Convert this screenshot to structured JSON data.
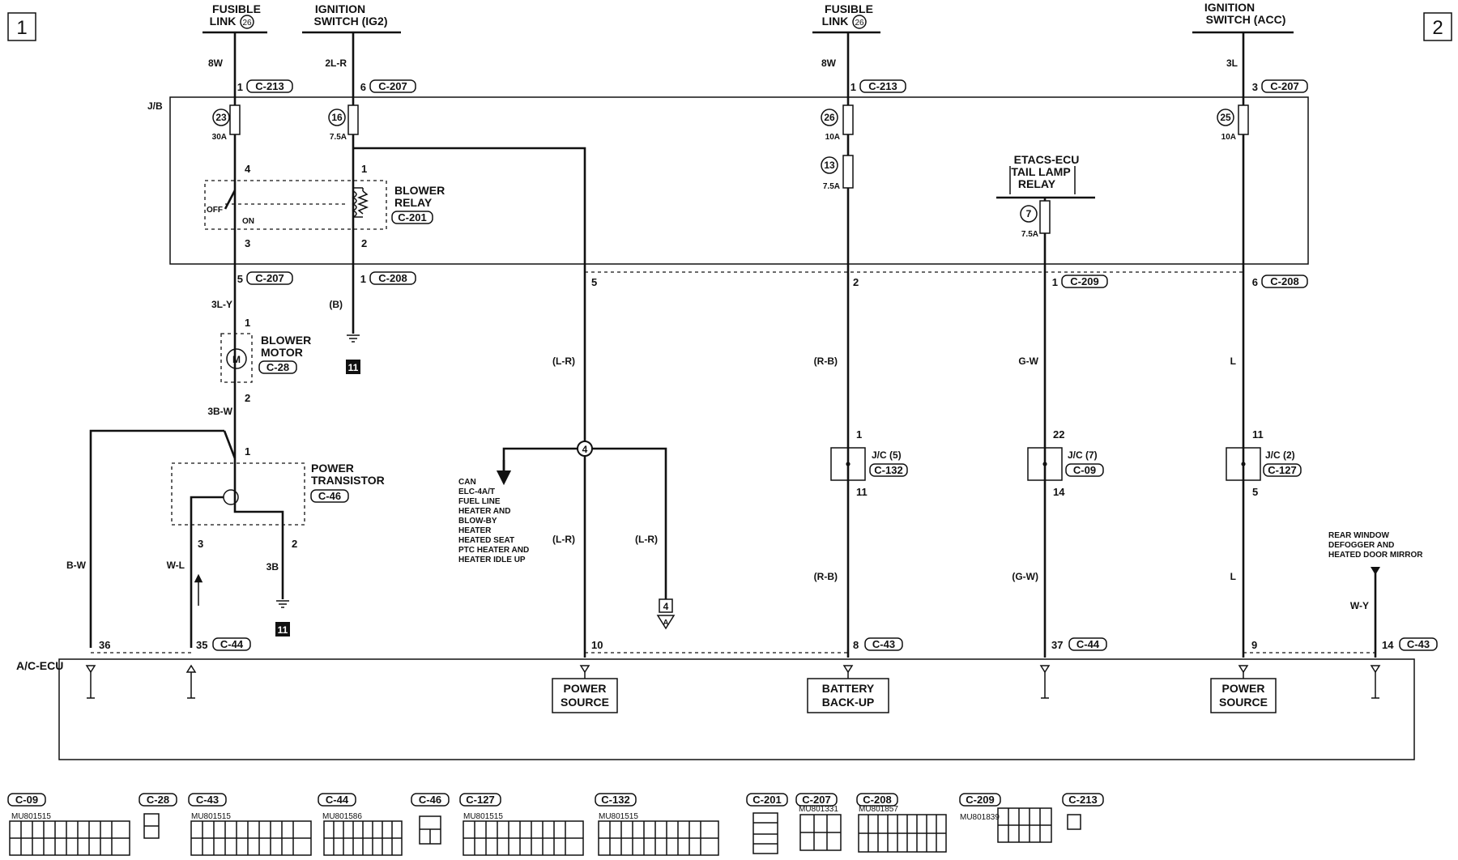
{
  "page_markers": {
    "left": "1",
    "right": "2"
  },
  "sources": [
    {
      "line1": "FUSIBLE",
      "line2": "LINK",
      "num": "26",
      "wire": "8W",
      "pin": "1",
      "conn": "C-213"
    },
    {
      "line1": "IGNITION",
      "line2": "SWITCH (IG2)",
      "wire": "2L-R",
      "pin": "6",
      "conn": "C-207"
    },
    {
      "line1": "FUSIBLE",
      "line2": "LINK",
      "num": "26",
      "wire": "8W",
      "pin": "1",
      "conn": "C-213"
    },
    {
      "line1": "IGNITION",
      "line2": "SWITCH (ACC)",
      "wire": "3L",
      "pin": "3",
      "conn": "C-207"
    }
  ],
  "jb": {
    "label": "J/B",
    "fuses": [
      {
        "num": "23",
        "rating": "30A"
      },
      {
        "num": "16",
        "rating": "7.5A"
      },
      {
        "num": "26",
        "rating": "10A"
      },
      {
        "num": "13",
        "rating": "7.5A"
      },
      {
        "num": "7",
        "rating": "7.5A"
      },
      {
        "num": "25",
        "rating": "10A"
      }
    ],
    "etacs": {
      "line1": "ETACS-ECU",
      "line2": "TAIL LAMP",
      "line3": "RELAY"
    }
  },
  "blower_relay": {
    "line1": "BLOWER",
    "line2": "RELAY",
    "conn": "C-201",
    "off": "OFF",
    "on": "ON",
    "pins": [
      "4",
      "1",
      "3",
      "2"
    ]
  },
  "jb_outputs": [
    {
      "pin": "5",
      "conn": "C-207",
      "wire": "3L-Y"
    },
    {
      "pin": "1",
      "conn": "C-208",
      "wire": "(B)"
    },
    {
      "pin": "5"
    },
    {
      "pin": "2"
    },
    {
      "pin": "1",
      "conn": "C-209"
    },
    {
      "pin": "6",
      "conn": "C-208"
    }
  ],
  "ground_ref": "11",
  "blower_motor": {
    "line1": "BLOWER",
    "line2": "MOTOR",
    "conn": "C-28",
    "symbol": "M",
    "pin_top": "1",
    "pin_bottom": "2",
    "wire_out": "3B-W"
  },
  "power_transistor": {
    "line1": "POWER",
    "line2": "TRANSISTOR",
    "conn": "C-46",
    "pin_top": "1",
    "pin_left": "3",
    "pin_right": "2",
    "wire_right": "3B"
  },
  "wires": {
    "bw": "B-W",
    "wl": "W-L",
    "lr1": "(L-R)",
    "lr2": "(L-R)",
    "lr3": "(L-R)",
    "rb1": "(R-B)",
    "rb2": "(R-B)",
    "gw1": "G-W",
    "gw2": "(G-W)",
    "l1": "L",
    "l2": "L",
    "wy": "W-Y"
  },
  "splice": {
    "num": "4"
  },
  "offpage_ref": {
    "top": "4",
    "bottom": "A"
  },
  "can_list": [
    "CAN",
    "ELC-4A/T",
    "FUEL LINE",
    "HEATER AND",
    "BLOW-BY",
    "HEATER",
    "HEATED SEAT",
    "PTC HEATER AND",
    "HEATER IDLE UP"
  ],
  "jcs": [
    {
      "label": "J/C (5)",
      "conn": "C-132",
      "pin_in": "1",
      "pin_out": "11"
    },
    {
      "label": "J/C (7)",
      "conn": "C-09",
      "pin_in": "22",
      "pin_out": "14"
    },
    {
      "label": "J/C (2)",
      "conn": "C-127",
      "pin_in": "11",
      "pin_out": "5"
    }
  ],
  "rear_window": [
    "REAR WINDOW",
    "DEFOGGER AND",
    "HEATED DOOR MIRROR"
  ],
  "ecu": {
    "label": "A/C-ECU",
    "pins": [
      {
        "pin": "36"
      },
      {
        "pin": "35",
        "conn": "C-44"
      },
      {
        "pin": "10"
      },
      {
        "pin": "8",
        "conn": "C-43"
      },
      {
        "pin": "37",
        "conn": "C-44"
      },
      {
        "pin": "9"
      },
      {
        "pin": "14",
        "conn": "C-43"
      }
    ],
    "blocks": [
      {
        "line1": "POWER",
        "line2": "SOURCE"
      },
      {
        "line1": "BATTERY",
        "line2": "BACK-UP"
      },
      {
        "line1": "POWER",
        "line2": "SOURCE"
      }
    ]
  },
  "connector_views": [
    {
      "id": "C-09",
      "part": "MU801515"
    },
    {
      "id": "C-28",
      "part": ""
    },
    {
      "id": "C-43",
      "part": "MU801515"
    },
    {
      "id": "C-44",
      "part": "MU801586"
    },
    {
      "id": "C-46",
      "part": ""
    },
    {
      "id": "C-127",
      "part": "MU801515"
    },
    {
      "id": "C-132",
      "part": "MU801515"
    },
    {
      "id": "C-201",
      "part": ""
    },
    {
      "id": "C-207",
      "part": "MU801331"
    },
    {
      "id": "C-208",
      "part": "MU801857"
    },
    {
      "id": "C-209",
      "part": "MU801839"
    },
    {
      "id": "C-213",
      "part": ""
    }
  ]
}
